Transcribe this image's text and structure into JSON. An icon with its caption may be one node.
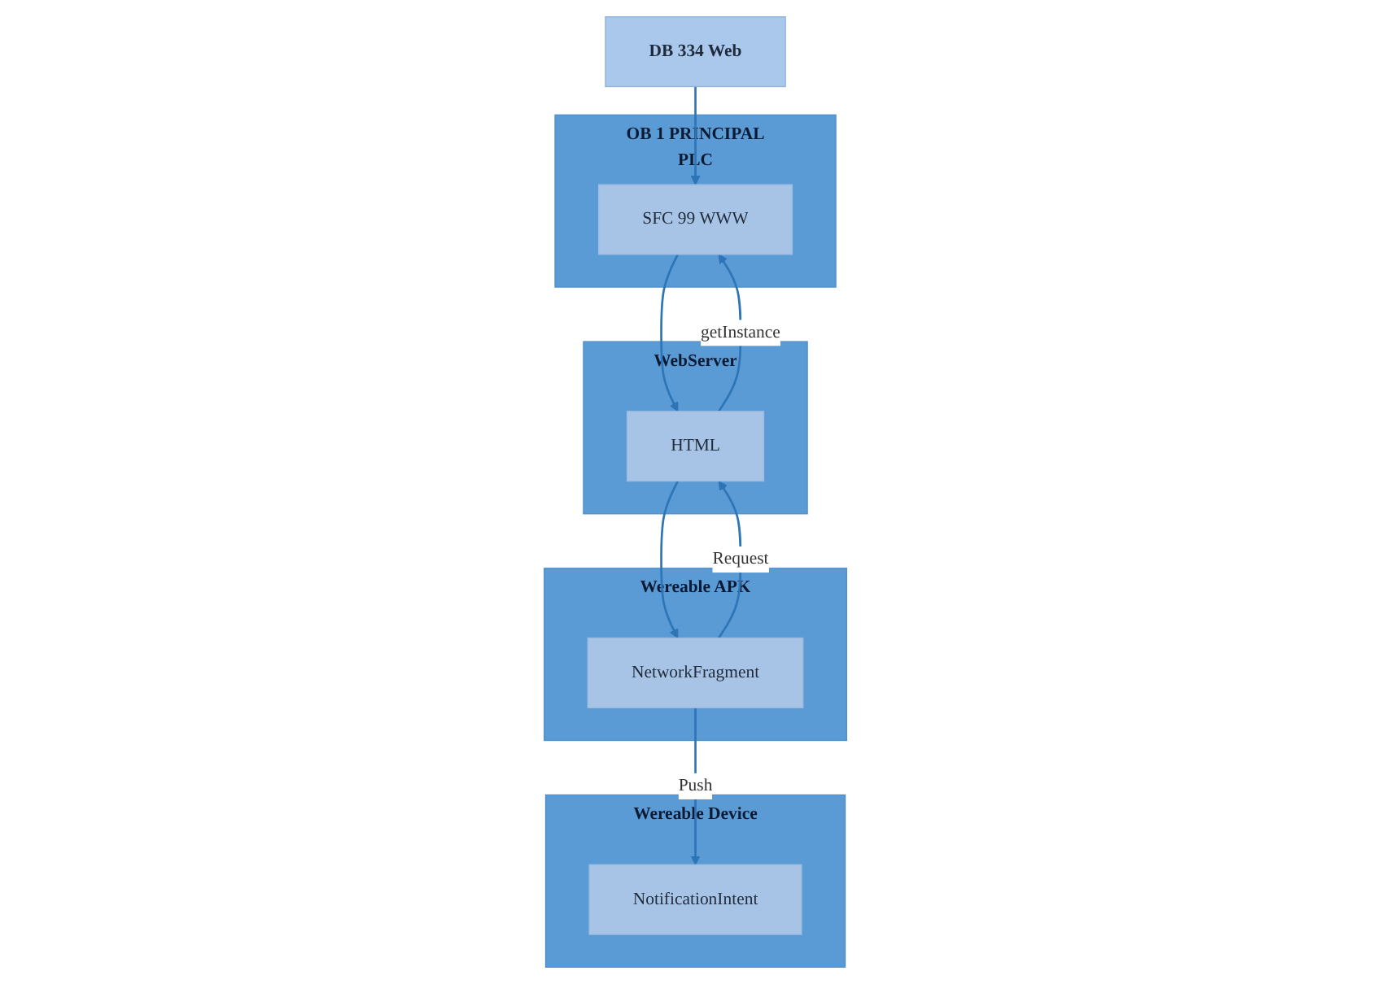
{
  "diagram": {
    "nodes": [
      {
        "text": [
          "DB 334 Web"
        ]
      },
      {
        "text": [
          "WebServer"
        ]
      },
      {
        "text": [
          "HTML"
        ],
        "in": 1
      },
      {
        "text": [
          "OB 1 PRINCIPAL",
          "PLC"
        ]
      },
      {
        "text": [
          "SFC 99 WWW"
        ],
        "in": 3
      },
      {
        "text": [
          "Wereable APK"
        ]
      },
      {
        "text": [
          "NetworkFragment"
        ],
        "in": 5
      },
      {
        "text": [
          "Wereable Device"
        ]
      },
      {
        "text": [
          "NotificationIntent"
        ],
        "in": 7
      }
    ],
    "edges": [
      {
        "from": 0,
        "to": 4,
        "arrow": "to"
      },
      {
        "from": 4,
        "to": 2,
        "arrow": "to"
      },
      {
        "from": 2,
        "to": 4,
        "arrow": "to",
        "label": "getInstance"
      },
      {
        "from": 6,
        "to": 2,
        "arrow": "to",
        "label": "Request"
      },
      {
        "from": 2,
        "to": 6,
        "arrow": "to"
      },
      {
        "from": 6,
        "to": 8,
        "arrow": "to",
        "label": "Push"
      }
    ]
  }
}
